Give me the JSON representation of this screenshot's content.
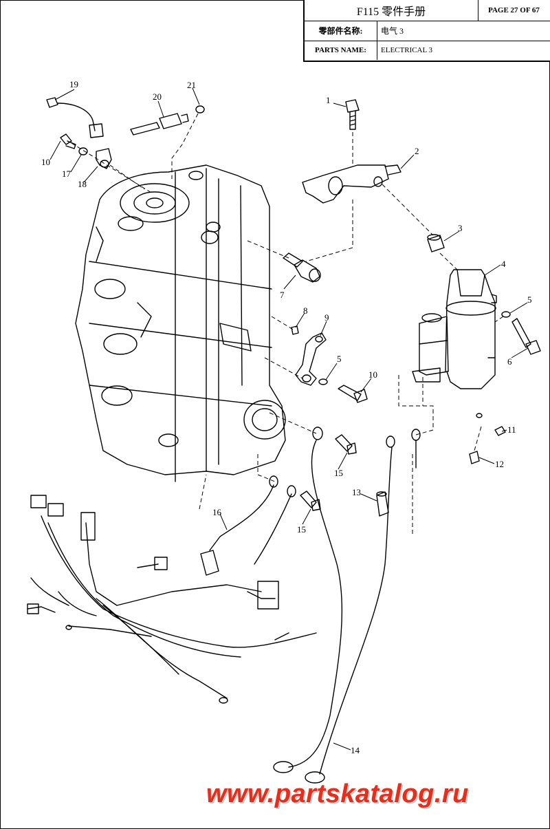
{
  "header": {
    "model": "F115 零件手册",
    "page": "PAGE 27 OF 67",
    "cn_label": "零部件名称:",
    "cn_value": "电气 3",
    "en_label": "PARTS NAME:",
    "en_value": "ELECTRICAL 3"
  },
  "callouts": [
    "1",
    "2",
    "3",
    "4",
    "5",
    "6",
    "7",
    "8",
    "9",
    "5",
    "10",
    "11",
    "12",
    "13",
    "14",
    "15",
    "15",
    "16",
    "10",
    "17",
    "18",
    "19",
    "20",
    "21"
  ],
  "watermark": "www.partskatalog.ru",
  "colors": {
    "watermark": "#e0301e",
    "line": "#000000"
  }
}
